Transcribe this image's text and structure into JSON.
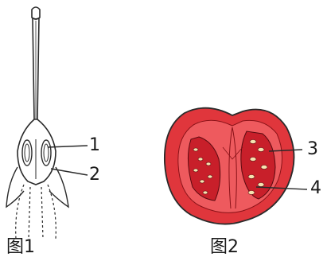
{
  "figure1": {
    "caption": "图1",
    "labels": [
      "1",
      "2"
    ]
  },
  "figure2": {
    "caption": "图2",
    "labels": [
      "3",
      "4"
    ]
  },
  "colors": {
    "outline": "#2a2a2a",
    "tomato_skin": "#e0363c",
    "tomato_flesh": "#ee5a5e",
    "tomato_locule": "#c81f2a",
    "seed": "#f6e3b0"
  }
}
